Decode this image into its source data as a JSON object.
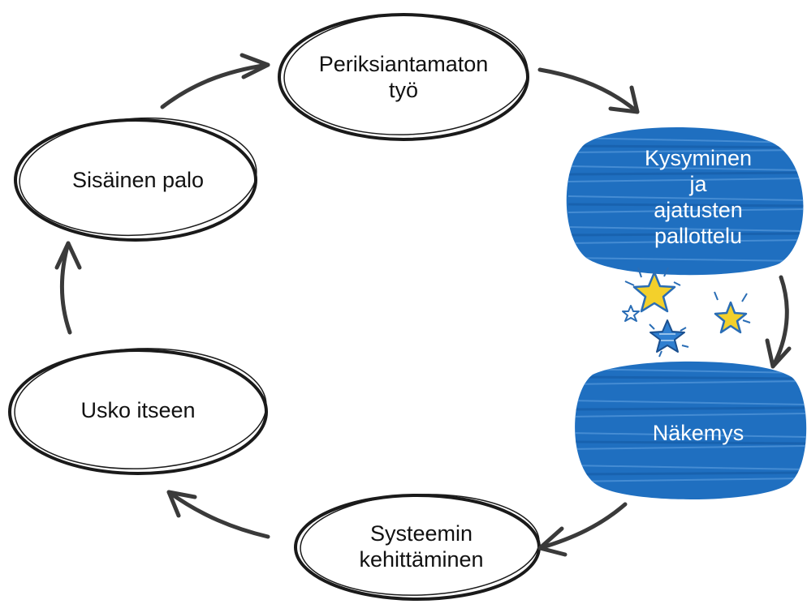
{
  "diagram": {
    "nodes": {
      "periksiantamaton": {
        "line1": "Periksiantamaton",
        "line2": "työ"
      },
      "kysyminen": {
        "line1": "Kysyminen",
        "line2": "ja",
        "line3": "ajatusten",
        "line4": "pallottelu"
      },
      "nakemys": {
        "line1": "Näkemys"
      },
      "systeemin": {
        "line1": "Systeemin",
        "line2": "kehittäminen"
      },
      "usko": {
        "line1": "Usko itseen"
      },
      "sisainen": {
        "line1": "Sisäinen palo"
      }
    },
    "colors": {
      "outline": "#1a1a1a",
      "blue_fill": "#1f6fc0",
      "star_yellow": "#f3d02b",
      "star_blue": "#1f6fc0",
      "arrow": "#3a3a3a"
    },
    "icons": [
      "star-icon"
    ]
  }
}
